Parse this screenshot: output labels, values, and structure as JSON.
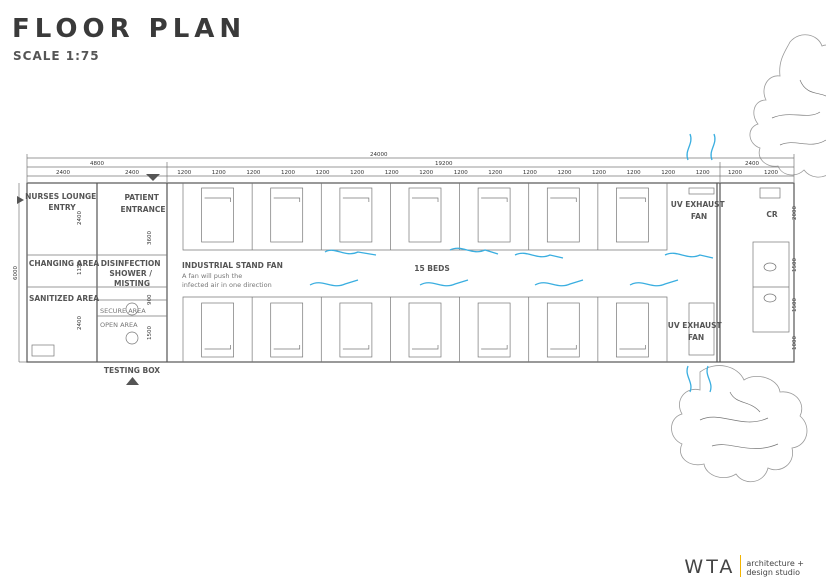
{
  "title": "FLOOR PLAN",
  "scale": "SCALE   1:75",
  "dimensions": {
    "overall": "24000",
    "left_block": "4800",
    "middle_block": "19200",
    "left_cells": [
      "2400",
      "2400"
    ],
    "bays": [
      "1200",
      "1200",
      "1200",
      "1200",
      "1200",
      "1200",
      "1200",
      "1200",
      "1200",
      "1200",
      "1200",
      "1200",
      "1200",
      "1200",
      "1200",
      "1200"
    ],
    "right_block": "2400",
    "right_cells": [
      "1200",
      "1200"
    ],
    "height": "6000",
    "left_vertical": [
      "2400",
      "1150",
      "2400"
    ],
    "mid_vertical": [
      "3600",
      "900",
      "1500"
    ],
    "right_vertical": [
      "2000",
      "1500",
      "1500",
      "1000"
    ]
  },
  "rooms": {
    "nurses_lounge": "NURSES LOUNGE ENTRY",
    "patient_entrance": "PATIENT ENTRANCE",
    "changing_area": "CHANGING AREA",
    "disinfection": "DISINFECTION SHOWER / MISTING",
    "sanitized_area": "SANITIZED AREA",
    "secure_area": "SECURE AREA",
    "open_area": "OPEN AREA",
    "testing_box": "TESTING BOX",
    "fan_label": "INDUSTRIAL STAND FAN",
    "fan_note_1": "A fan will push the",
    "fan_note_2": "infected air in one direction",
    "beds_label": "15 BEDS",
    "uv_fan_top": "UV EXHAUST FAN",
    "uv_fan_bottom": "UV EXHAUST FAN",
    "cr": "CR"
  },
  "logo": {
    "mark": "WTA",
    "line1": "architecture +",
    "line2": "design studio"
  },
  "colors": {
    "airflow": "#3aaee0",
    "logo_accent": "#f3b400"
  }
}
